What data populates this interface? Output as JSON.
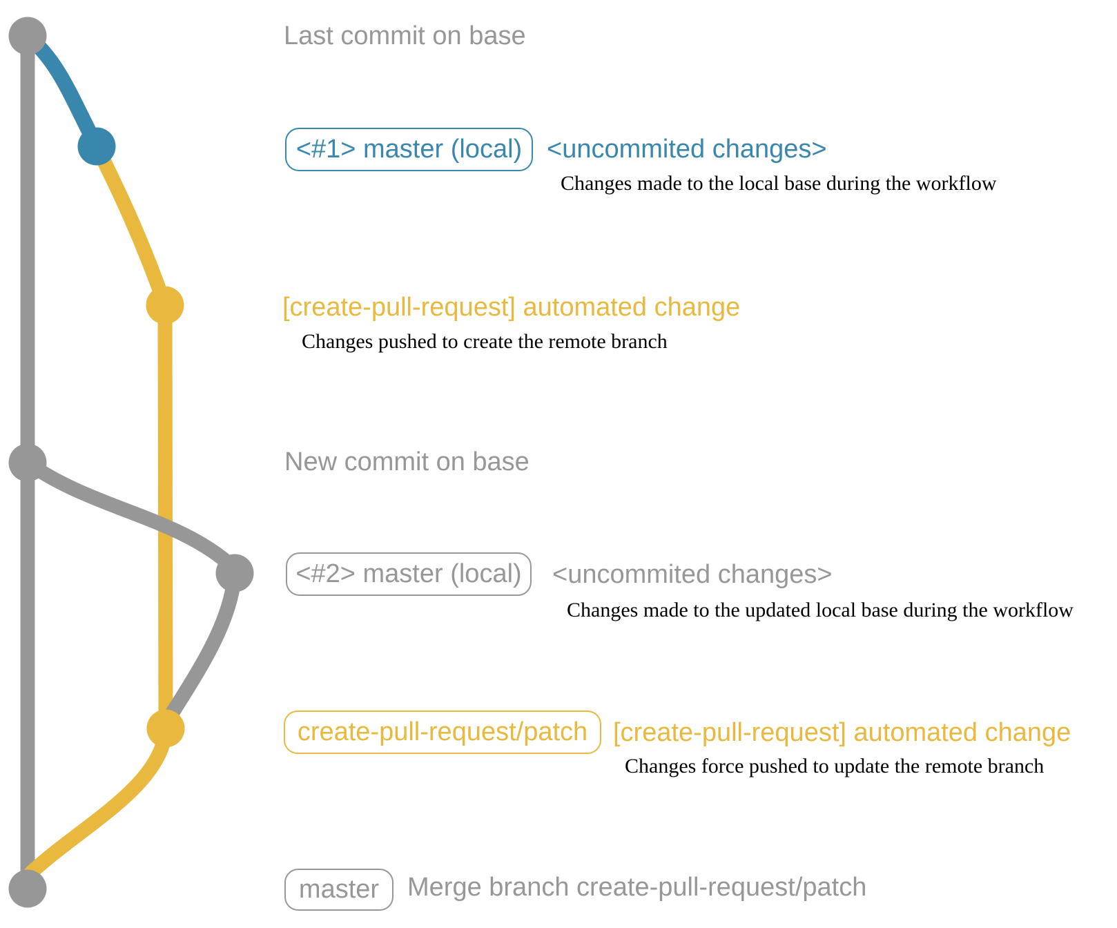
{
  "colors": {
    "gray": "#979797",
    "blue": "#3A87AD",
    "yellow": "#E8B93E",
    "black": "#000000",
    "background": "#FFFFFF"
  },
  "graph": {
    "type": "git-commit-graph",
    "branches": [
      {
        "name": "base",
        "color": "#979797"
      },
      {
        "name": "master (local)",
        "color": "#3A87AD"
      },
      {
        "name": "create-pull-request/patch",
        "color": "#E8B93E"
      }
    ],
    "commit_dots": [
      {
        "label": "Last commit on base",
        "branch": "base",
        "color": "#979797"
      },
      {
        "label": "<#1> master (local)",
        "branch": "master (local)",
        "color": "#3A87AD"
      },
      {
        "label": "[create-pull-request] automated change",
        "branch": "create-pull-request/patch",
        "color": "#E8B93E"
      },
      {
        "label": "New commit on base",
        "branch": "base",
        "color": "#979797"
      },
      {
        "label": "<#2> master (local)",
        "branch": "master (local)",
        "color": "#979797"
      },
      {
        "label": "[create-pull-request] automated change",
        "branch": "create-pull-request/patch",
        "color": "#E8B93E"
      },
      {
        "label": "Merge branch create-pull-request/patch",
        "branch": "base",
        "color": "#979797"
      }
    ]
  },
  "rows": [
    {
      "note": "Last commit on base"
    },
    {
      "badge": "<#1> master (local)",
      "title": "<uncommited changes>",
      "desc": "Changes made to the local base during the workflow"
    },
    {
      "title": "[create-pull-request] automated change",
      "desc": "Changes pushed to create the remote branch"
    },
    {
      "note": "New commit on base"
    },
    {
      "badge": "<#2> master (local)",
      "title": "<uncommited changes>",
      "desc": "Changes made to the updated local base during the workflow"
    },
    {
      "badge": "create-pull-request/patch",
      "title": "[create-pull-request] automated change",
      "desc": "Changes force pushed to update the remote branch"
    },
    {
      "badge": "master",
      "title": "Merge branch create-pull-request/patch"
    }
  ]
}
